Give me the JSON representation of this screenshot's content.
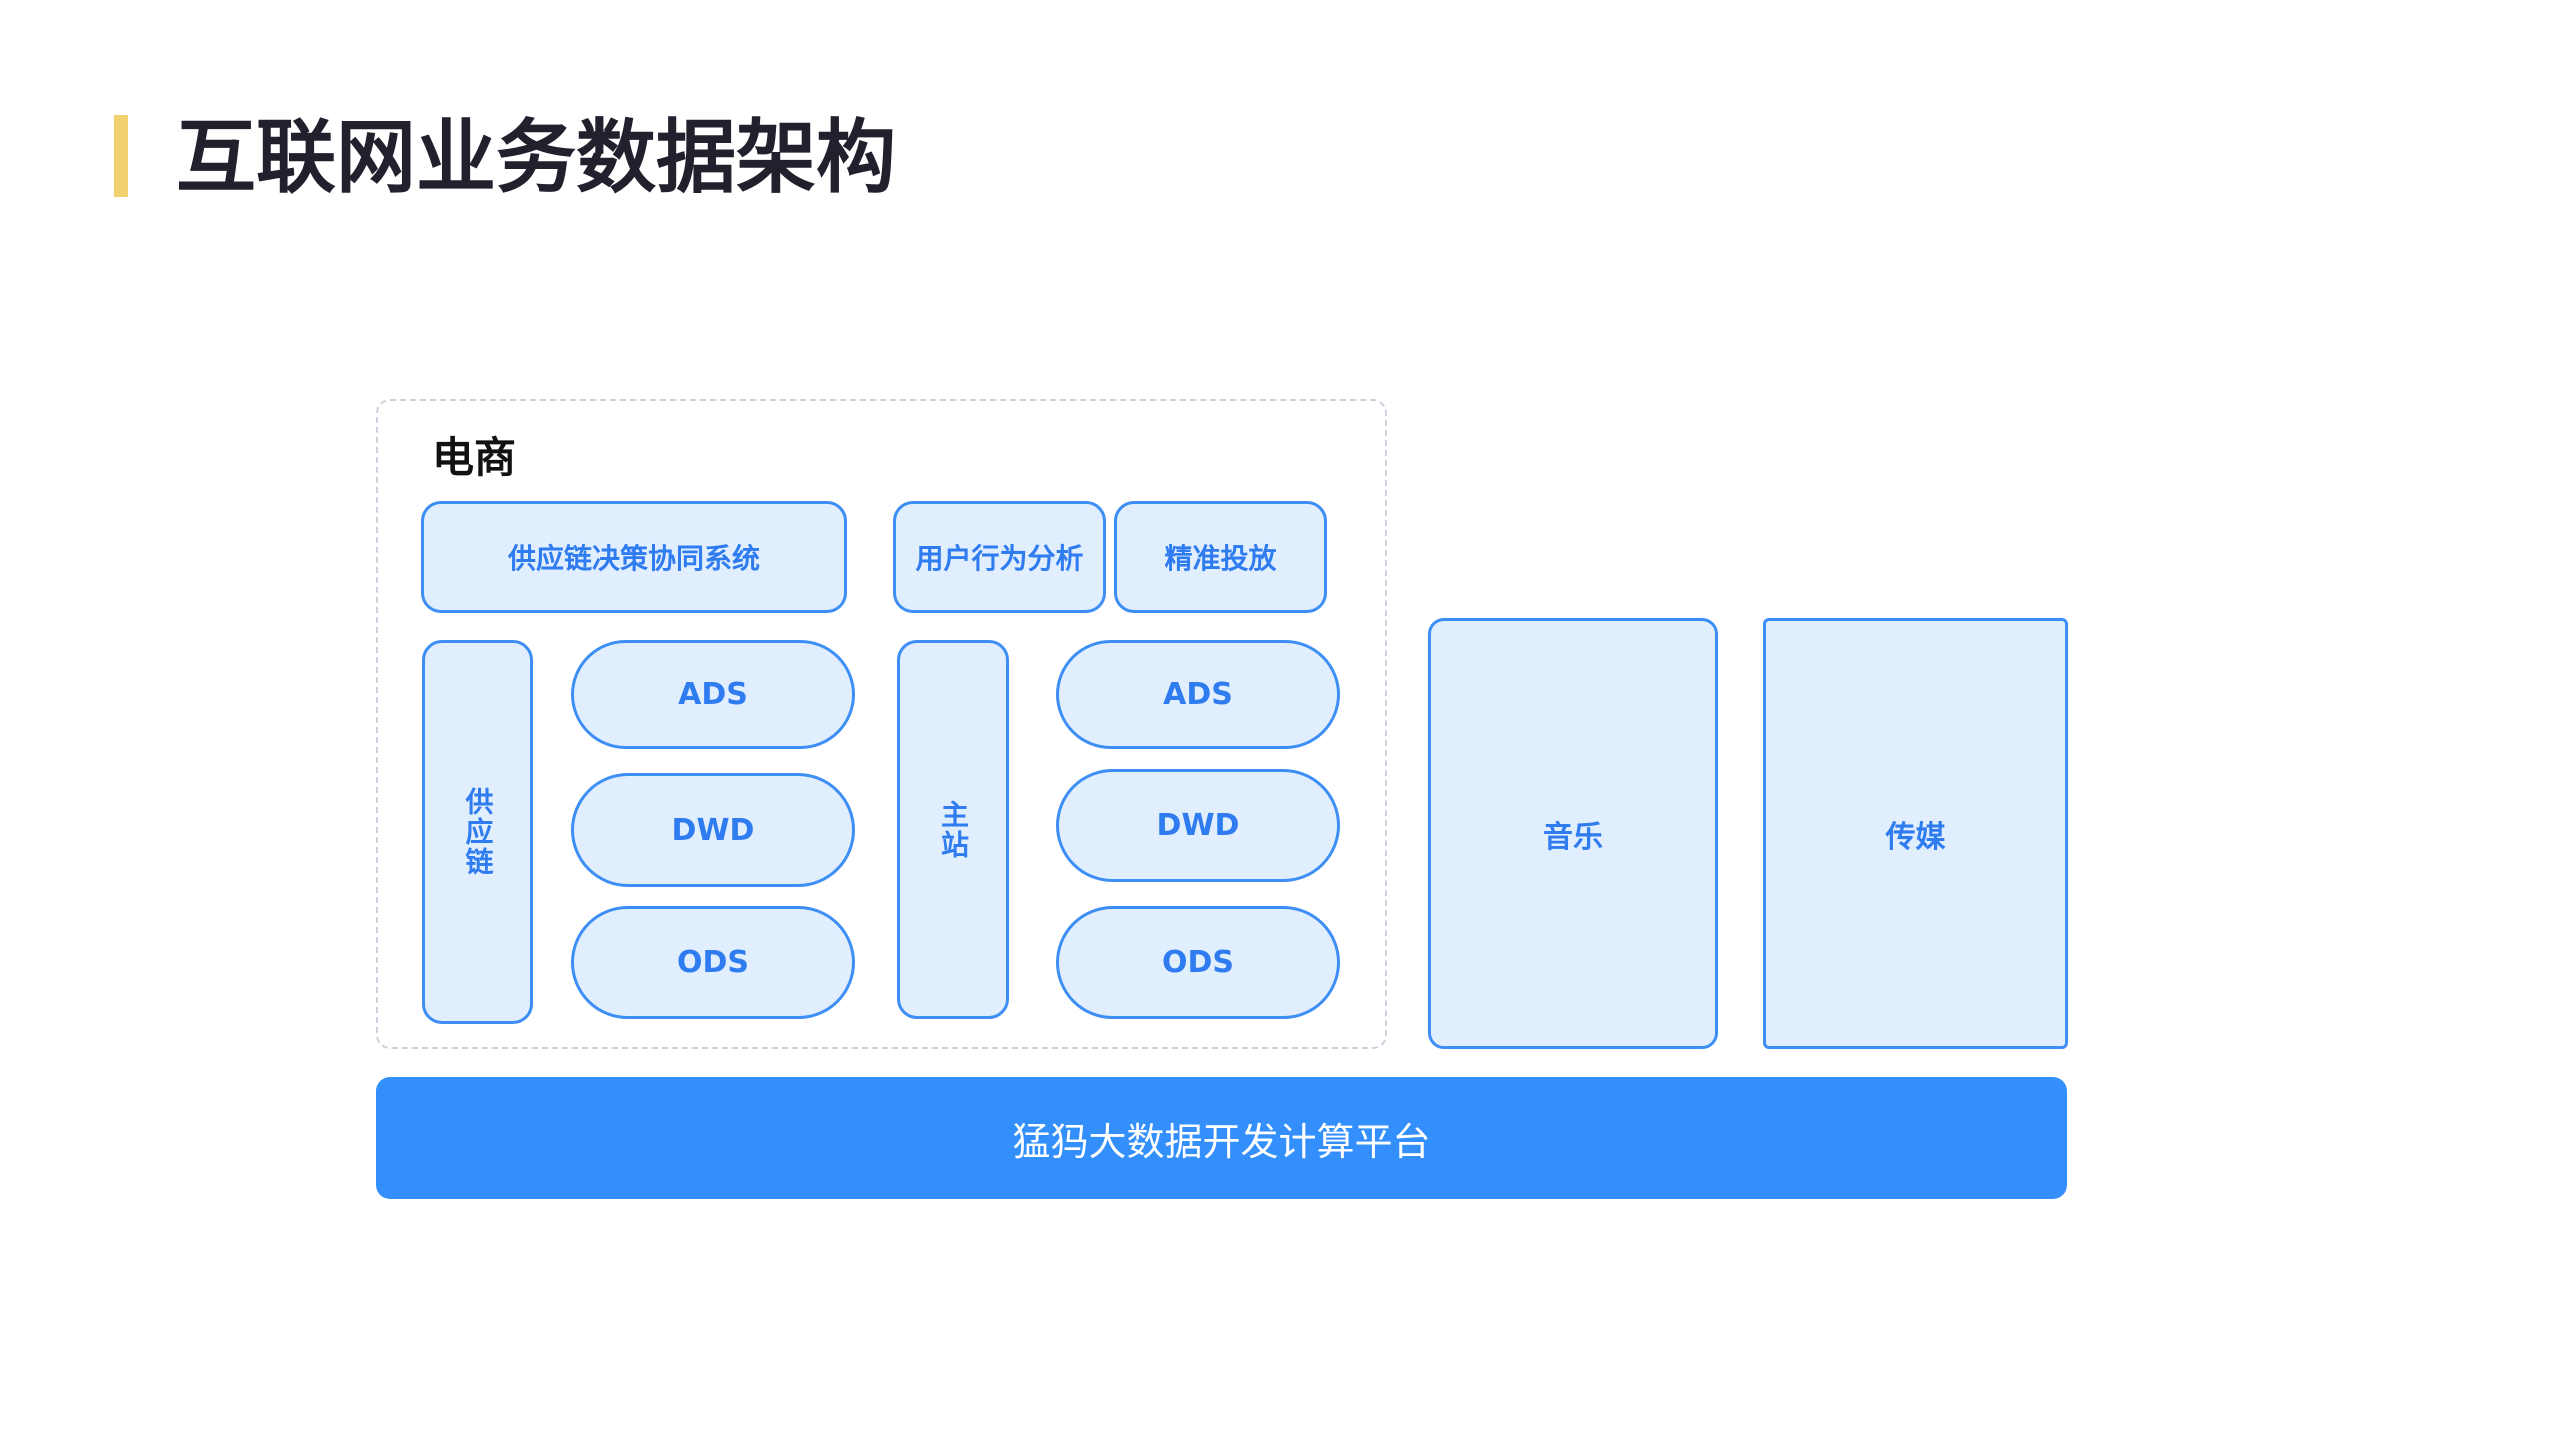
{
  "page": {
    "title": "互联网业务数据架构",
    "accent_color": "#f2d06e"
  },
  "colors": {
    "node_fill": "#e1eefd",
    "node_border": "#3d8ef5",
    "node_text": "#2f7cf0",
    "platform_fill": "#338ffc",
    "group_border": "#cbd2dd"
  },
  "ecommerce": {
    "label": "电商",
    "apps": [
      {
        "label": "供应链决策协同系统"
      },
      {
        "label": "用户行为分析"
      },
      {
        "label": "精准投放"
      }
    ],
    "domains": [
      {
        "label": "供应链",
        "layers": [
          {
            "label": "ADS"
          },
          {
            "label": "DWD"
          },
          {
            "label": "ODS"
          }
        ]
      },
      {
        "label": "主站",
        "layers": [
          {
            "label": "ADS"
          },
          {
            "label": "DWD"
          },
          {
            "label": "ODS"
          }
        ]
      }
    ]
  },
  "other_businesses": [
    {
      "label": "音乐"
    },
    {
      "label": "传媒"
    }
  ],
  "platform": {
    "label": "猛犸大数据开发计算平台"
  }
}
